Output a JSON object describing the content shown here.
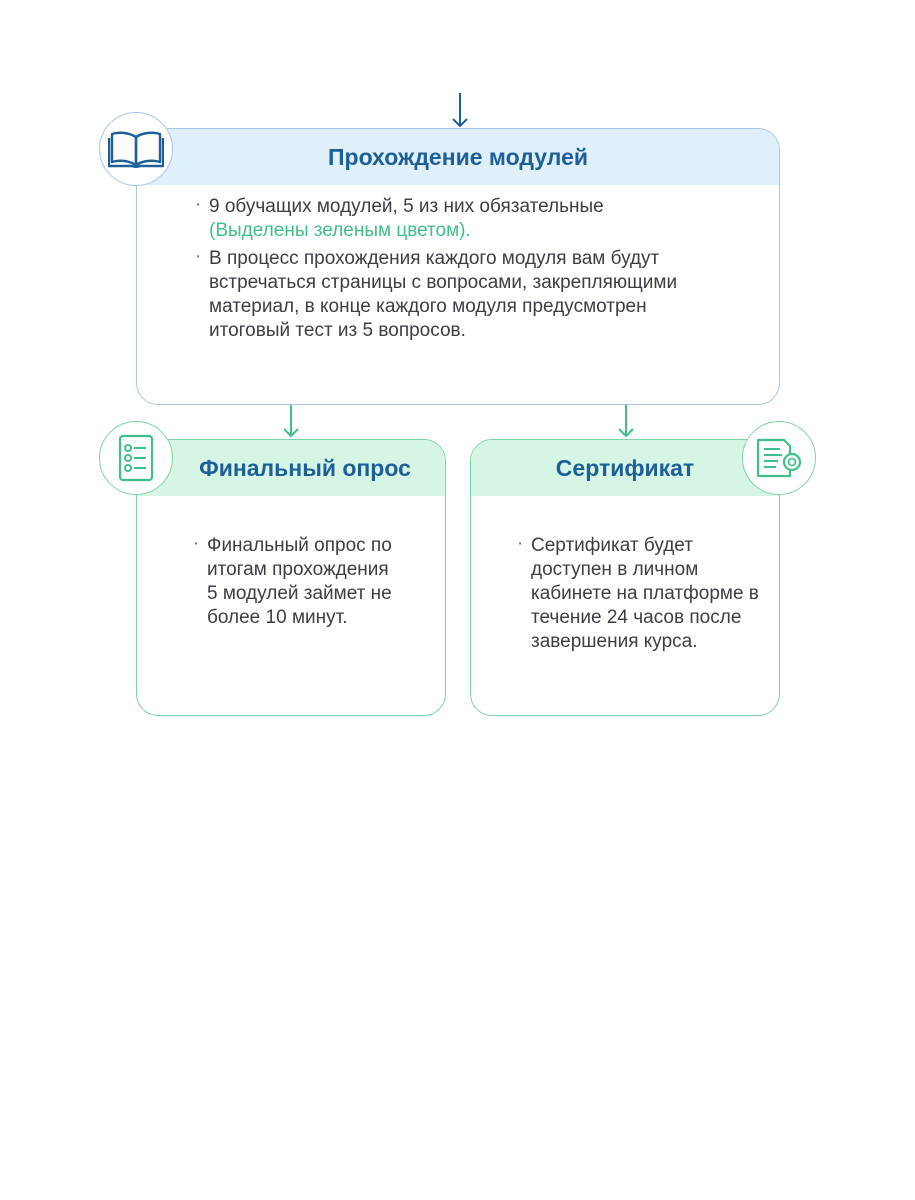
{
  "modules": {
    "title": "Прохождение модулей",
    "bullet1_text": "9 обучащих модулей, 5 из них обязательные",
    "bullet1_highlight": "(Выделены зеленым цветом).",
    "bullet2_text": "В процесс прохождения каждого модуля вам будут встречаться страницы с вопросами, закрепляющими материал, в конце каждого модуля предусмотрен итоговый тест из 5 вопросов.",
    "icon": "open-book-icon"
  },
  "survey": {
    "title": "Финальный опрос",
    "bullet_text": "Финальный опрос по итогам прохождения 5 модулей займет не более 10 минут.",
    "icon": "checklist-icon"
  },
  "certificate": {
    "title": "Сертификат",
    "bullet_text": "Сертификат будет доступен в личном кабинете на платформе в течение 24 часов после завершения курса.",
    "icon": "certificate-icon"
  },
  "colors": {
    "blue_accent": "#1e5f97",
    "blue_header": "#dff0fb",
    "green_header": "#d6f5e4",
    "green_accent": "#3fbf8a"
  }
}
